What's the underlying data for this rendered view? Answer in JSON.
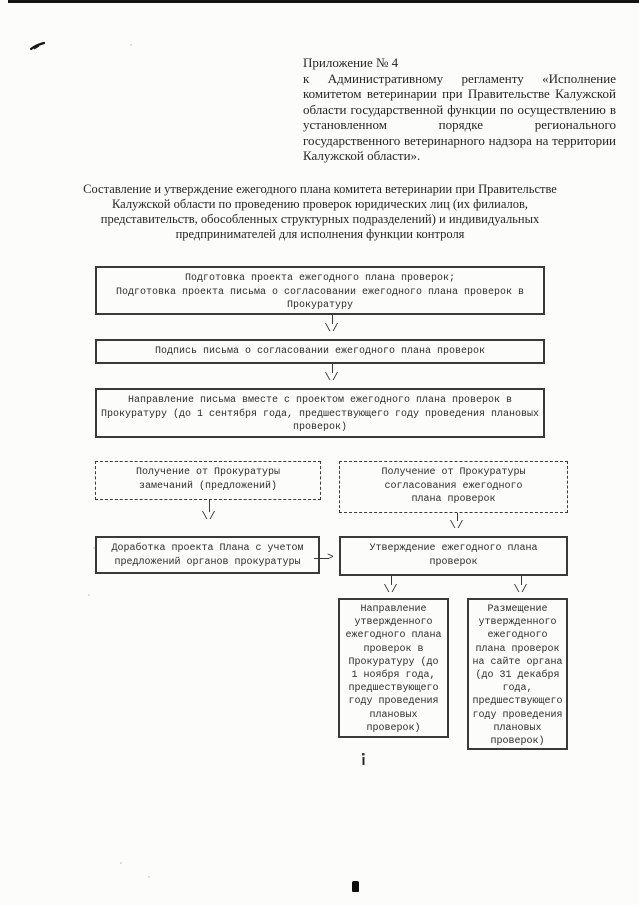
{
  "colors": {
    "ink": "#2e2e2e",
    "border": "#3a3a3a",
    "paper": "#fcfcfa"
  },
  "header": {
    "appendix_label": "Приложение № 4",
    "regulation_reference": "к Административному регламенту «Исполнение комитетом ветеринарии при Правительстве Калужской области государственной функции по осуществлению в установленном порядке регионального государственного ветеринарного надзора на территории Калужской области»."
  },
  "title": "Составление и утверждение ежегодного плана комитета ветеринарии при Правительстве Калужской области по проведению проверок юридических лиц (их филиалов, представительств, обособленных структурных подразделений) и индивидуальных предпринимателей для исполнения функции контроля",
  "flowchart": {
    "arrow_down_glyph": "\\/",
    "arrow_right_glyph": ">",
    "box_prepare_plan": {
      "lines": [
        "Подготовка проекта ежегодного плана проверок;",
        "Подготовка проекта письма о согласовании ежегодного плана проверок в",
        "Прокуратуру"
      ]
    },
    "box_sign_letter": {
      "lines": [
        "Подпись письма о согласовании ежегодного плана проверок"
      ]
    },
    "box_send_letter": {
      "lines": [
        "Направление письма вместе с проектом ежегодного плана проверок в",
        "Прокуратуру (до 1 сентября года, предшествующего году проведения плановых",
        "проверок)"
      ]
    },
    "box_receive_remarks": {
      "lines": [
        "Получение от Прокуратуры",
        "замечаний (предложений)"
      ]
    },
    "box_receive_approval": {
      "lines": [
        "Получение от Прокуратуры",
        "согласования ежегодного",
        "плана проверок"
      ]
    },
    "box_revise_plan": {
      "lines": [
        "Доработка проекта Плана с учетом",
        "предложений органов прокуратуры"
      ]
    },
    "box_approve_plan": {
      "lines": [
        "Утверждение ежегодного плана",
        "проверок"
      ]
    },
    "box_send_approved_plan": {
      "lines": [
        "Направление",
        "утвержденного",
        "ежегодного плана",
        "проверок в",
        "Прокуратуру (до",
        "1 ноября года,",
        "предшествующего",
        "году проведения",
        "плановых",
        "проверок)"
      ]
    },
    "box_publish_plan": {
      "lines": [
        "Размещение",
        "утвержденного",
        "ежегодного",
        "плана проверок",
        "на сайте органа",
        "(до 31 декабря",
        "года,",
        "предшествующего",
        "году проведения",
        "плановых",
        "проверок)"
      ]
    }
  }
}
